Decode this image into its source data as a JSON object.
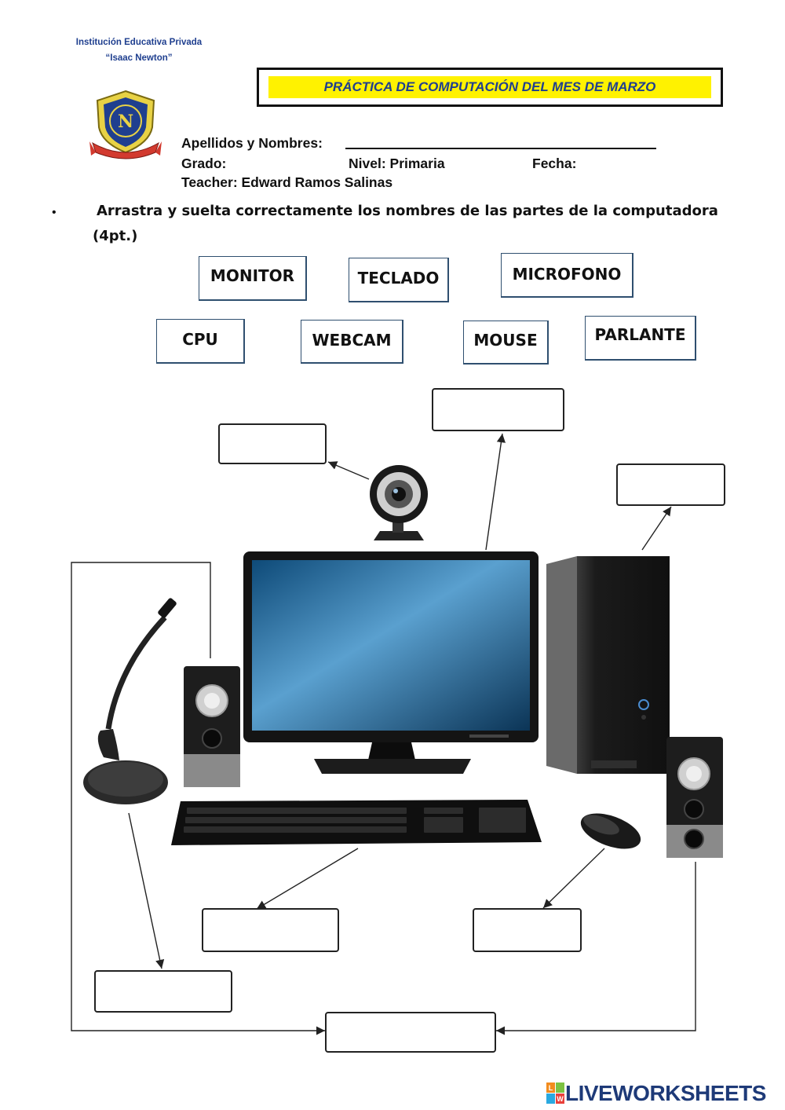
{
  "header": {
    "institution_line1": "Institución Educativa Privada",
    "institution_line2": "“Isaac Newton”",
    "title": "PRÁCTICA DE COMPUTACIÓN DEL MES DE MARZO",
    "name_label": "Apellidos y Nombres:",
    "grade_label": "Grado:",
    "level_label": "Nivel: Primaria",
    "date_label": "Fecha:",
    "teacher_label": "Teacher: Edward Ramos Salinas"
  },
  "instruction": {
    "bullet": "•",
    "text": "Arrastra y suelta correctamente los nombres de las partes de la computadora",
    "points": "(4pt.)"
  },
  "word_bank": [
    "MONITOR",
    "TECLADO",
    "MICROFONO",
    "CPU",
    "WEBCAM",
    "MOUSE",
    "PARLANTE"
  ],
  "drop_zones": [
    "",
    "",
    "",
    "",
    "",
    "",
    "",
    ""
  ],
  "footer": {
    "brand": "LIVEWORKSHEETS",
    "logo_letters": [
      "L",
      "W"
    ]
  }
}
